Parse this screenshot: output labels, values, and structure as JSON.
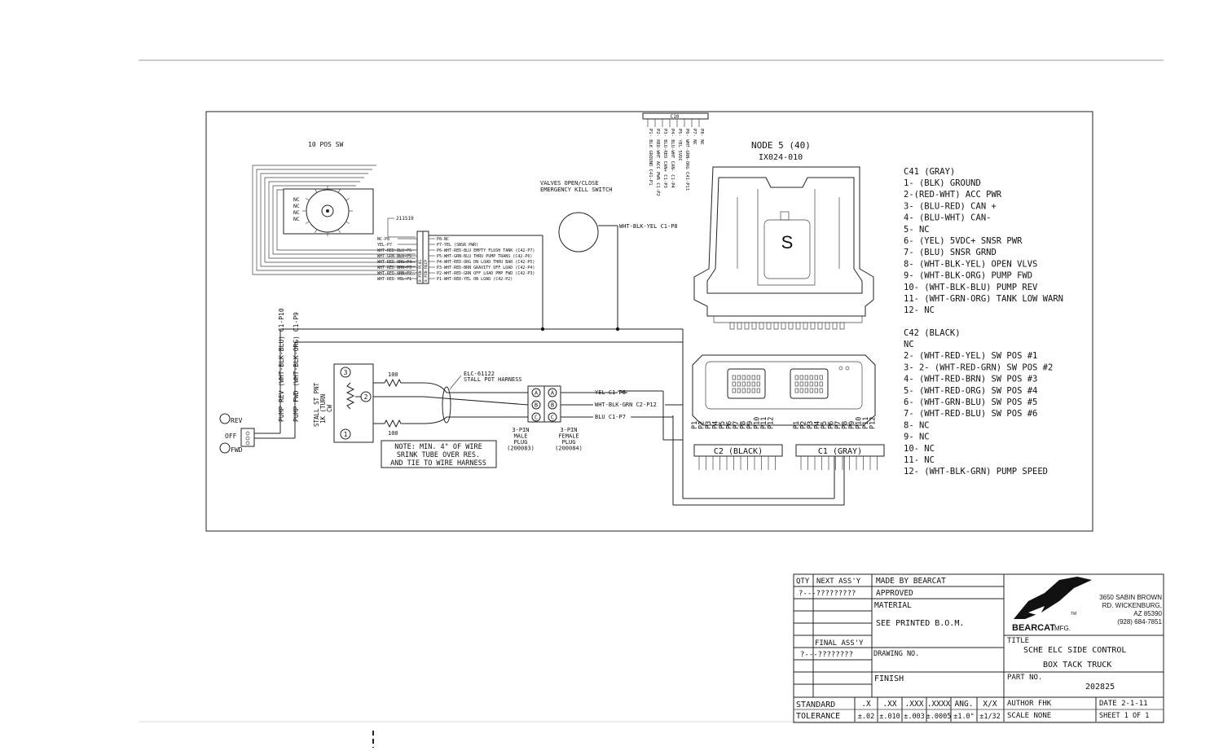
{
  "switch": {
    "title": "10 POS SW",
    "nc": [
      "NC",
      "NC",
      "NC",
      "NC"
    ],
    "part": "211519",
    "left_wires": [
      "NC-P8",
      "YEL-P7",
      "WHT-RED-BLU-P6",
      "WHT-GRN-BLU-P5",
      "WHT-RED-ORG-P4",
      "WHT-RED-BRN-P3",
      "WHT-RED-GRN-P2",
      "WHT-RED-YEL-P1"
    ],
    "right_wires": [
      "P8-NC",
      "P7-YEL (SNSR PWR)",
      "P6-WHT-RED-BLU EMPTY FLUSH TANK (C42-P7)",
      "P5-WHT-GRN-BLU THRU PUMP TRANS (C42-P6)",
      "P4-WHT-RED-ORG DN LOAD THRU BAR (C42-P5)",
      "P3-WHT-RED-BRN GRAVITY OFF LOAD (C42-P4)",
      "P2-WHT-RED-GRN OFF LOAD PMP FWD (C42-P3)",
      "P1-WHT-RED-YEL ON LOAD (C42-P2)"
    ],
    "plug_labels": [
      "8 PIN PLUG",
      "8 PIN RECP"
    ]
  },
  "c10": {
    "label": "C10",
    "pins": [
      "P1- BLK GROUND C41-P1",
      "P2- RED-WHT ACC PWR C1-P2",
      "P3- BLU-RED CAN+ C1-P3",
      "P4- BLU-WHT CAN- C1-P4",
      "P5- YEL 5VDC",
      "P6- WHT-GRN-ORG C41-P11",
      "P7- NC",
      "P8- NC"
    ]
  },
  "kill_switch": {
    "label1": "VALVES OPEN/CLOSE",
    "label2": "EMERGENCY KILL SWITCH",
    "wire": "WHT-BLK-YEL C1-P8"
  },
  "node": {
    "title": "NODE 5 (40)",
    "model": "IX024-010"
  },
  "c41": {
    "title": "C41 (GRAY)",
    "lines": [
      "1- (BLK) GROUND",
      "2-(RED-WHT)  ACC PWR",
      "3- (BLU-RED) CAN +",
      "4- (BLU-WHT) CAN-",
      "5- NC",
      "6- (YEL) 5VDC+ SNSR PWR",
      "7- (BLU) SNSR GRND",
      "8- (WHT-BLK-YEL) OPEN VLVS",
      "9- (WHT-BLK-ORG) PUMP FWD",
      "10- (WHT-BLK-BLU) PUMP REV",
      "11- (WHT-GRN-ORG) TANK LOW WARN",
      "12- NC"
    ]
  },
  "c42": {
    "title": "C42 (BLACK)",
    "lines": [
      "NC",
      "2- (WHT-RED-YEL) SW POS #1",
      "3- 2- (WHT-RED-GRN) SW POS #2",
      "4- (WHT-RED-BRN) SW POS #3",
      "5- (WHT-RED-ORG) SW POS #4",
      "6- (WHT-GRN-BLU) SW POS #5",
      "7- (WHT-RED-BLU) SW POS #6",
      "8- NC",
      "9- NC",
      "10- NC",
      "11- NC",
      "12- (WHT-BLK-GRN) PUMP SPEED"
    ]
  },
  "pump_switch": {
    "wire_rev": "PUMP REV (WHT-BLK-BLU) C1-P10",
    "wire_fwd": "PUMP FWD (WHT-BLK-ORG) C1-P9",
    "rev": "REV",
    "off": "OFF",
    "fwd": "FWD"
  },
  "stall_pot": {
    "rotated": [
      "STALL ST PNT",
      "1K (TURN",
      "CW"
    ],
    "pins": [
      "3",
      "2",
      "1"
    ],
    "r_top": "100",
    "r_bottom": "100",
    "harness": [
      "ELC-61122",
      "STALL POT HARNESS"
    ],
    "male_pins": [
      "A",
      "B",
      "C"
    ],
    "female_pins": [
      "A",
      "B",
      "C"
    ],
    "male_label": [
      "3-PIN",
      "MALE",
      "PLUG",
      "(200083)"
    ],
    "female_label": [
      "3-PIN",
      "FEMALE",
      "PLUG",
      "(200084)"
    ],
    "wires": [
      "YEL C1-P6",
      "WHT-BLK-GRN C2-P12",
      "BLU C1-P7"
    ],
    "note": [
      "NOTE:  MIN. 4\" OF WIRE",
      "SRINK TUBE OVER RES.",
      "AND TIE TO WIRE HARNESS"
    ]
  },
  "plugs": {
    "pin_labels": [
      "P1",
      "P2",
      "P3",
      "P4",
      "P5",
      "P6",
      "P7",
      "P8",
      "P9",
      "P10",
      "P11",
      "P12"
    ],
    "c2": "C2  (BLACK)",
    "c1": "C1  (GRAY)"
  },
  "title_block": {
    "qty": "QTY",
    "next_assy": "NEXT ASS'Y",
    "next_val": "?---?????????",
    "final_assy": "FINAL ASS'Y",
    "final_val": "?---????????",
    "made_by": "MADE BY    BEARCAT",
    "approved": "APPROVED",
    "material": "MATERIAL",
    "material_val": "SEE  PRINTED  B.O.M.",
    "drawing_no": "DRAWING NO.",
    "finish": "FINISH",
    "title_label": "TITLE",
    "title_1": "SCHE ELC SIDE CONTROL",
    "title_2": "BOX TACK TRUCK",
    "part_label": "PART NO.",
    "part_no": "202825",
    "addr": [
      "3650 SABIN BROWN",
      "RD. WICKENBURG,",
      "AZ 85390",
      "(928) 684-7851"
    ],
    "brand": "BEARCAT",
    "brand2": "MFG.",
    "tm": "TM",
    "standard": "STANDARD",
    "tolerance": "TOLERANCE",
    "tol_heads": [
      ".X",
      ".XX",
      ".XXX",
      ".XXXX",
      "ANG.",
      "X/X"
    ],
    "tol_vals": [
      "±.02",
      "±.010",
      "±.003",
      "±.0005",
      "±1.0°",
      "±1/32"
    ],
    "author": "AUTHOR    FHK",
    "scale": "SCALE    NONE",
    "date": "DATE  2-1-11",
    "sheet": "SHEET 1  OF  1"
  }
}
